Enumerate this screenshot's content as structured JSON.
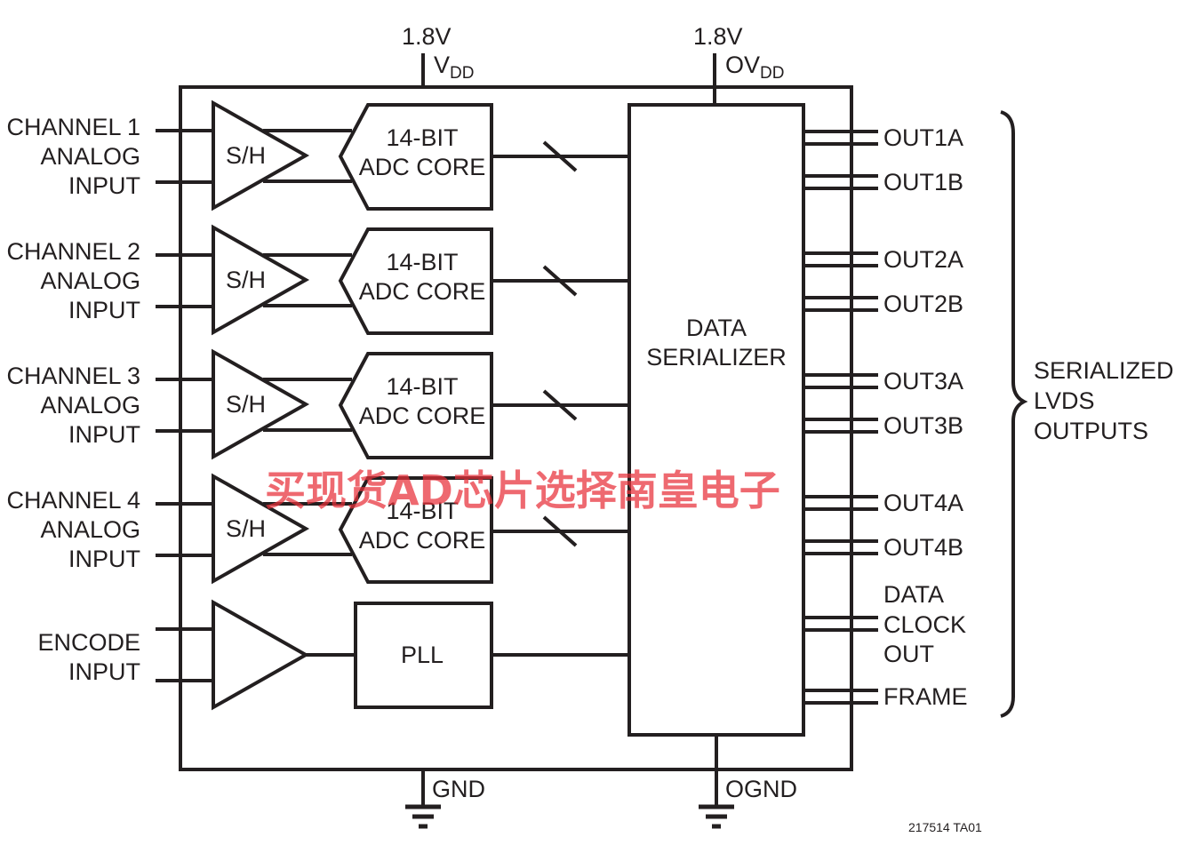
{
  "supply": {
    "vdd_voltage": "1.8V",
    "vdd_main": "V",
    "vdd_sub": "DD",
    "ovdd_voltage": "1.8V",
    "ovdd_main": "OV",
    "ovdd_sub": "DD"
  },
  "grounds": {
    "gnd": "GND",
    "ognd": "OGND"
  },
  "channels": [
    {
      "lines": [
        "CHANNEL 1",
        "ANALOG",
        "INPUT"
      ],
      "sh": "S/H",
      "adc": [
        "14-BIT",
        "ADC CORE"
      ]
    },
    {
      "lines": [
        "CHANNEL 2",
        "ANALOG",
        "INPUT"
      ],
      "sh": "S/H",
      "adc": [
        "14-BIT",
        "ADC CORE"
      ]
    },
    {
      "lines": [
        "CHANNEL 3",
        "ANALOG",
        "INPUT"
      ],
      "sh": "S/H",
      "adc": [
        "14-BIT",
        "ADC CORE"
      ]
    },
    {
      "lines": [
        "CHANNEL 4",
        "ANALOG",
        "INPUT"
      ],
      "sh": "S/H",
      "adc": [
        "14-BIT",
        "ADC CORE"
      ]
    }
  ],
  "encode": {
    "lines": [
      "ENCODE",
      "INPUT"
    ],
    "pll": "PLL"
  },
  "serializer": {
    "lines": [
      "DATA",
      "SERIALIZER"
    ]
  },
  "outputs": [
    "OUT1A",
    "OUT1B",
    "OUT2A",
    "OUT2B",
    "OUT3A",
    "OUT3B",
    "OUT4A",
    "OUT4B"
  ],
  "clock_out": [
    "DATA",
    "CLOCK",
    "OUT"
  ],
  "frame": "FRAME",
  "bracket_label": [
    "SERIALIZED",
    "LVDS",
    "OUTPUTS"
  ],
  "figure_id": "217514 TA01",
  "watermark": "买现货AD芯片选择南皇电子"
}
